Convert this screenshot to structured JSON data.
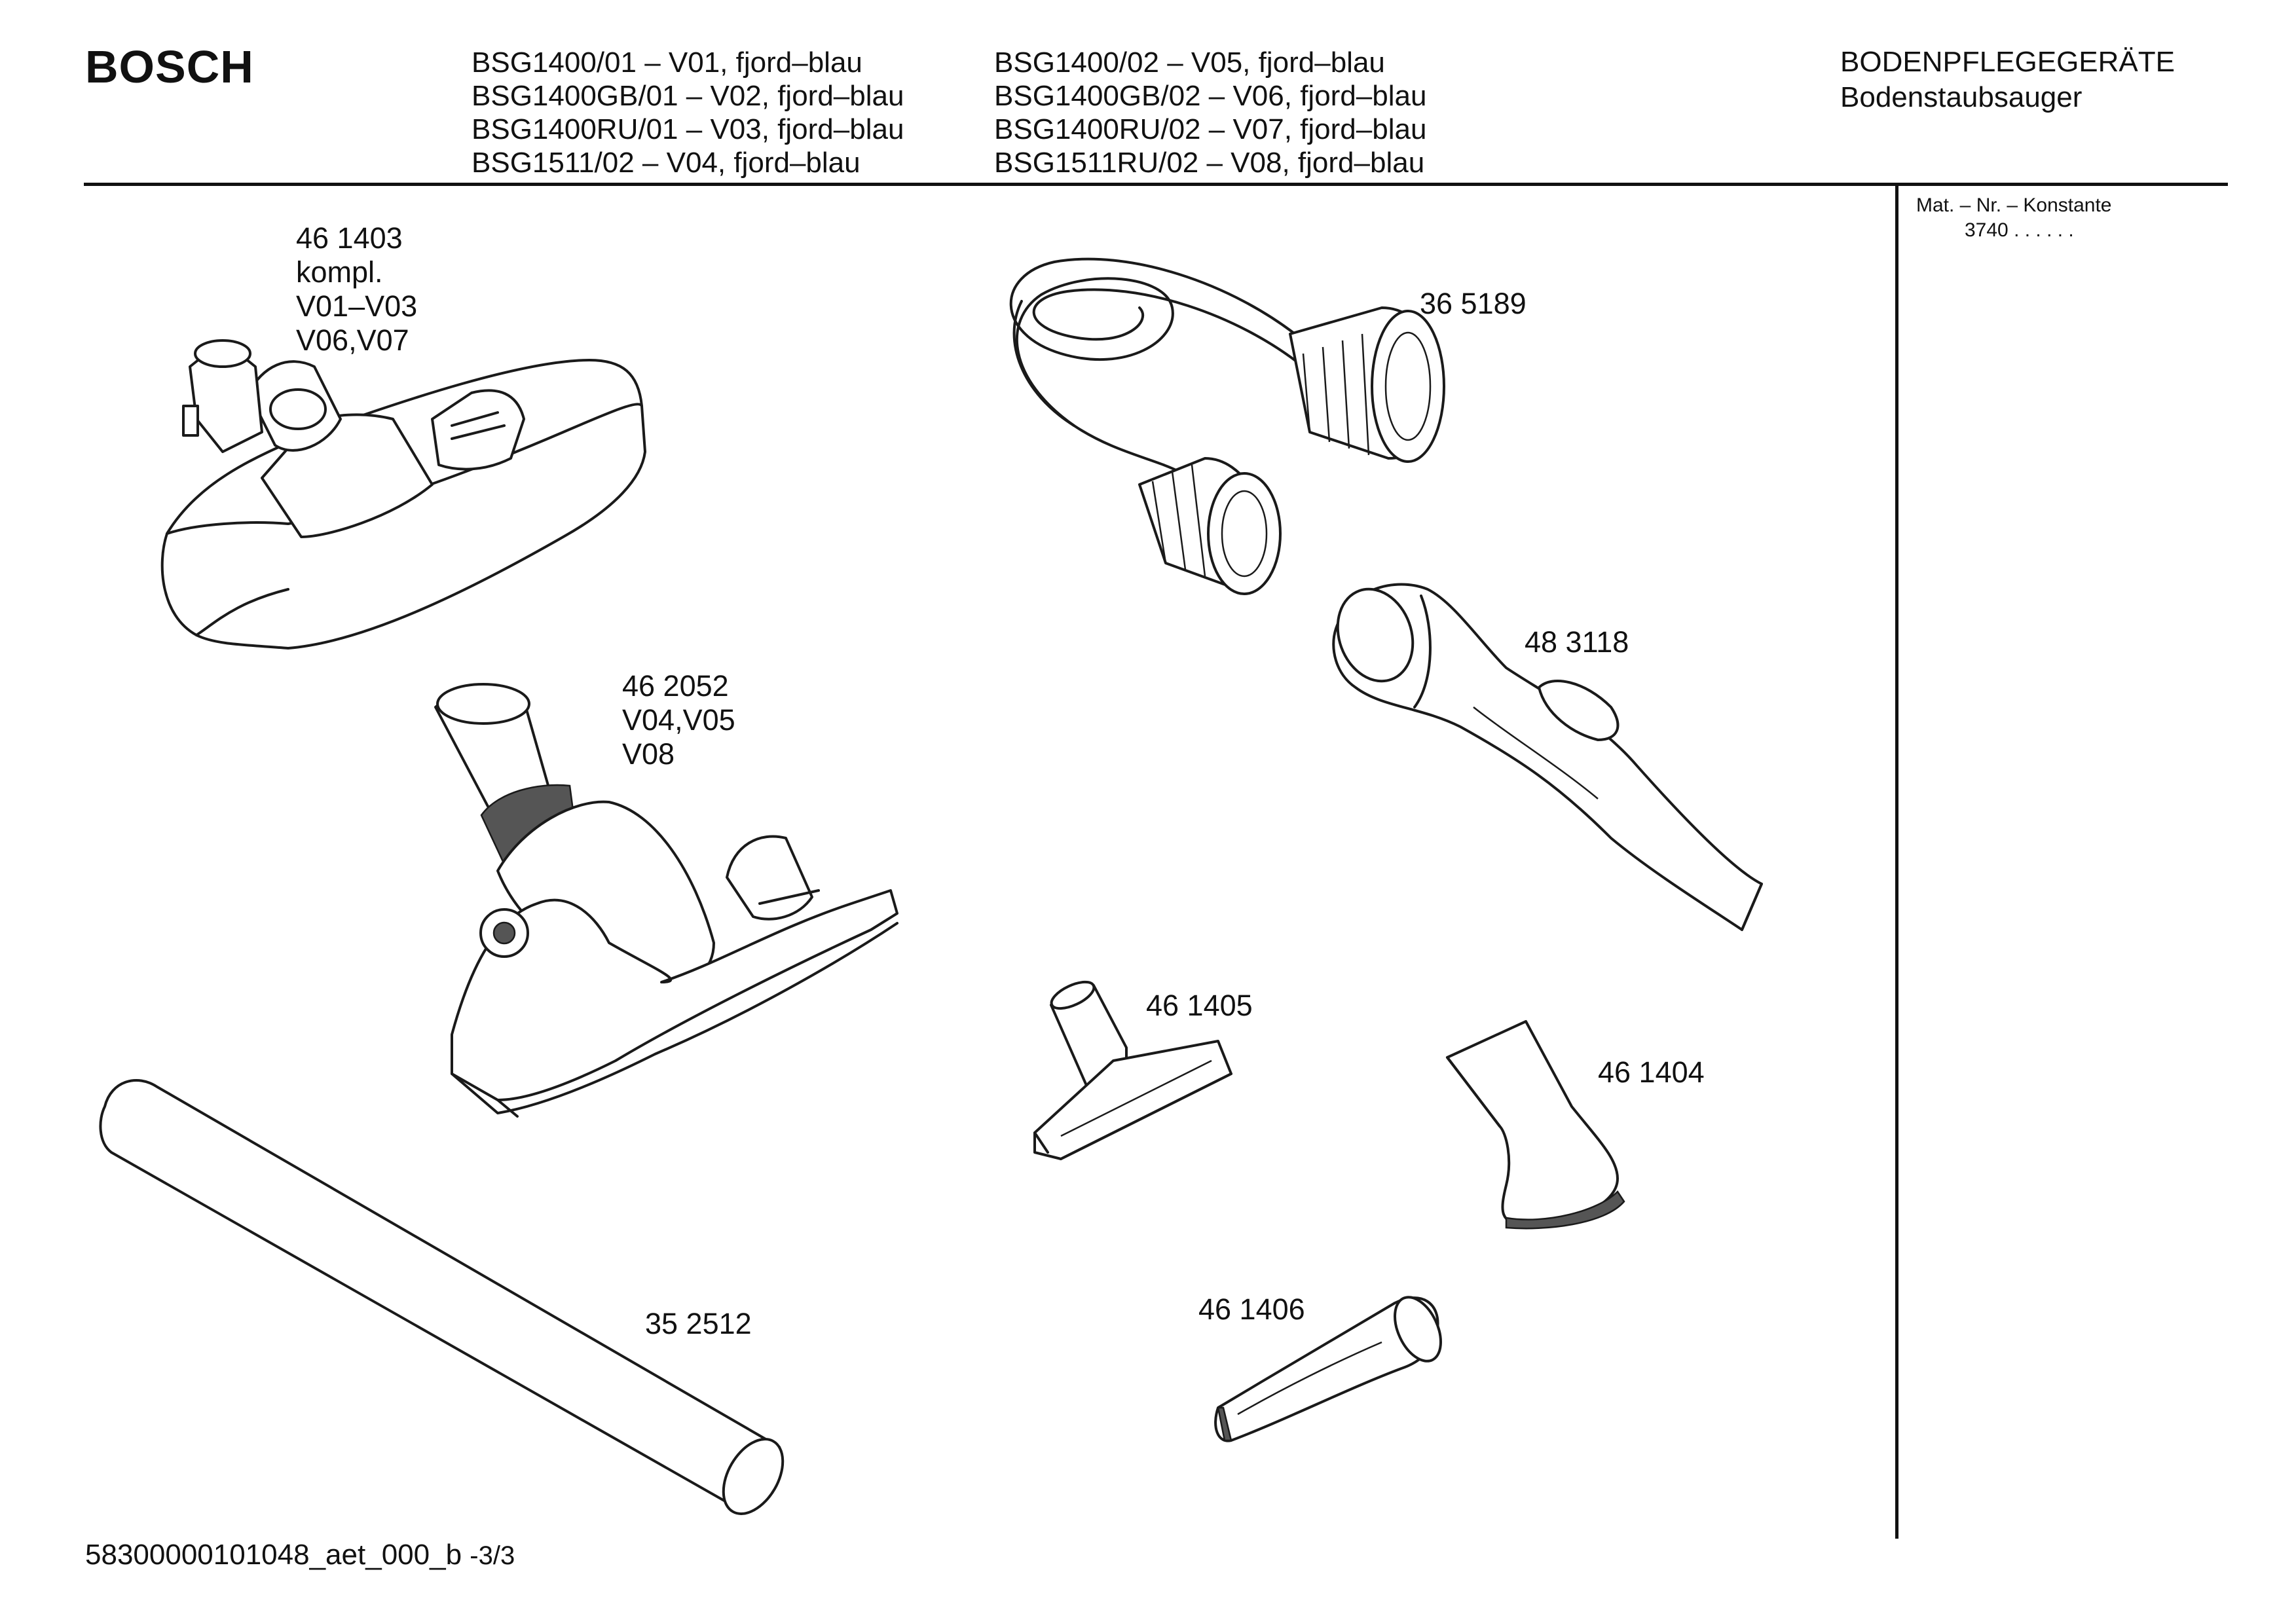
{
  "header": {
    "brand": "BOSCH",
    "models_left": [
      "BSG1400/01     –  V01, fjord–blau",
      "BSG1400GB/01 – V02, fjord–blau",
      "BSG1400RU/01 – V03, fjord–blau",
      "BSG1511/02    –  V04, fjord–blau"
    ],
    "models_right": [
      "BSG1400/02      – V05, fjord–blau",
      "BSG1400GB/02 – V06, fjord–blau",
      "BSG1400RU/02 – V07, fjord–blau",
      "BSG1511RU/02 – V08, fjord–blau"
    ],
    "category": "BODENPFLEGEGERÄTE",
    "subcategory": "Bodenstaubsauger"
  },
  "sidebar": {
    "heading": "Mat. – Nr. – Konstante",
    "value": "3740  .  .     .  .  .  ."
  },
  "parts": [
    {
      "number": "46 1403",
      "notes": [
        "kompl.",
        "V01–V03",
        "V06,V07"
      ],
      "name": "floor-nozzle"
    },
    {
      "number": "46 2052",
      "notes": [
        "V04,V05",
        "V08"
      ],
      "name": "floor-nozzle-alt"
    },
    {
      "number": "36 5189",
      "notes": [],
      "name": "hose"
    },
    {
      "number": "48 3118",
      "notes": [],
      "name": "handle"
    },
    {
      "number": "46 1405",
      "notes": [],
      "name": "upholstery-nozzle"
    },
    {
      "number": "46 1404",
      "notes": [],
      "name": "brush-nozzle"
    },
    {
      "number": "46 1406",
      "notes": [],
      "name": "crevice-nozzle"
    },
    {
      "number": "35 2512",
      "notes": [],
      "name": "extension-tube"
    }
  ],
  "footer": {
    "doc_id": "58300000101048_aet_000_b",
    "page": "-3/3"
  }
}
